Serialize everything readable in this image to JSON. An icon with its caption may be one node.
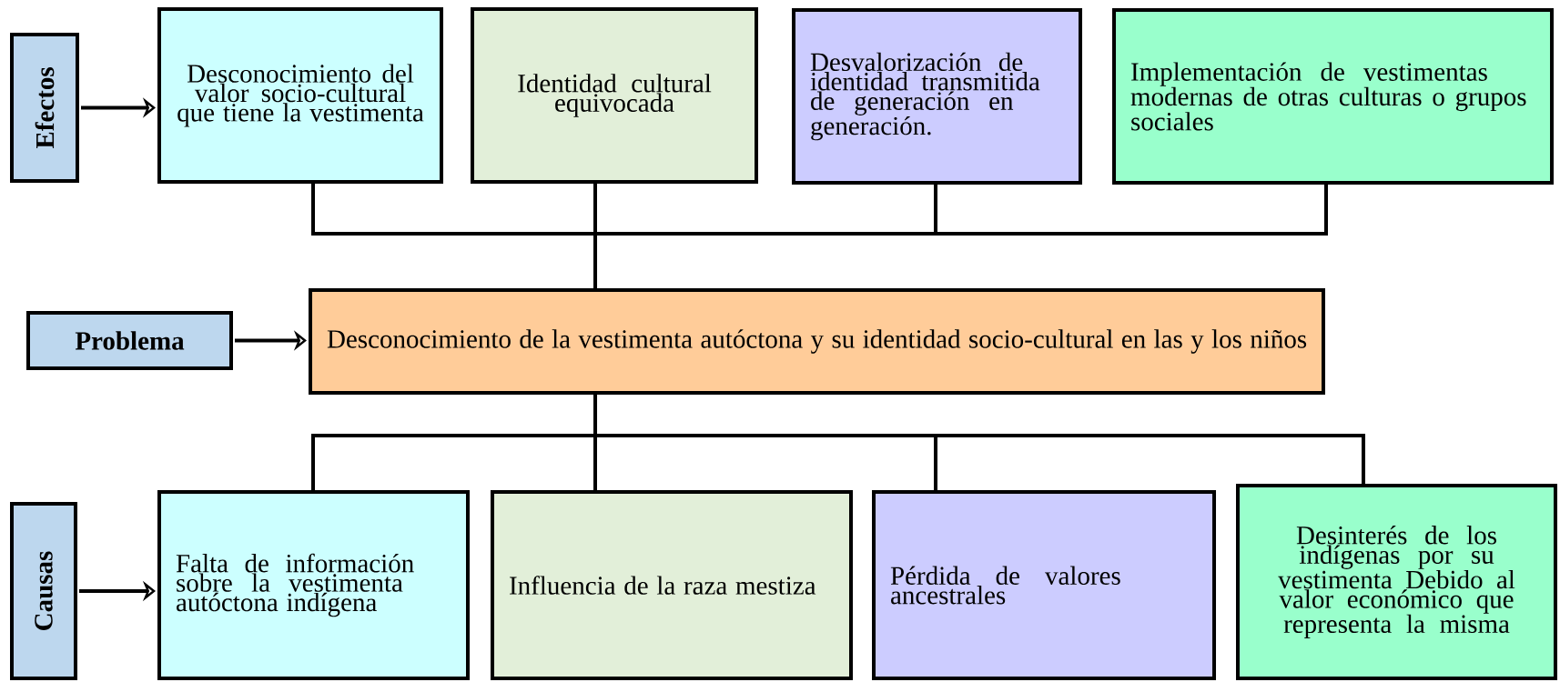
{
  "diagram": {
    "nodes": [
      {
        "text": [
          "Efectos"
        ]
      },
      {
        "text": [
          "Desconocimiento del valor socio-cultural que tiene la vestimenta"
        ]
      },
      {
        "text": [
          "Identidad cultural equivocada"
        ]
      },
      {
        "text": [
          "Desvalorización  de identidad transmitida de generación en generación."
        ]
      },
      {
        "text": [
          "Implementación de vestimentas modernas de otras culturas o grupos sociales"
        ]
      },
      {
        "text": [
          "Problema"
        ]
      },
      {
        "text": [
          "Desconocimiento de  la vestimenta autóctona y su identidad socio-cultural en las y los  niños"
        ]
      },
      {
        "text": [
          "Causas"
        ]
      },
      {
        "text": [
          "Falta de información sobre la vestimenta autóctona indígena"
        ]
      },
      {
        "text": [
          "Influencia de la raza mestiza"
        ]
      },
      {
        "text": [
          "Pérdida de valores ancestrales"
        ]
      },
      {
        "text": [
          "Desinterés de los indígenas por su vestimenta Debido al valor económico que representa la misma"
        ]
      }
    ],
    "edges": [
      {
        "from": 0,
        "to": 1,
        "arrow": "to"
      },
      {
        "from": 1,
        "to": 6,
        "arrow": "none"
      },
      {
        "from": 2,
        "to": 6,
        "arrow": "none"
      },
      {
        "from": 3,
        "to": 6,
        "arrow": "none"
      },
      {
        "from": 4,
        "to": 6,
        "arrow": "none"
      },
      {
        "from": 5,
        "to": 6,
        "arrow": "to"
      },
      {
        "from": 6,
        "to": 8,
        "arrow": "none"
      },
      {
        "from": 6,
        "to": 9,
        "arrow": "none"
      },
      {
        "from": 6,
        "to": 10,
        "arrow": "none"
      },
      {
        "from": 6,
        "to": 11,
        "arrow": "none"
      },
      {
        "from": 7,
        "to": 8,
        "arrow": "to"
      }
    ]
  }
}
